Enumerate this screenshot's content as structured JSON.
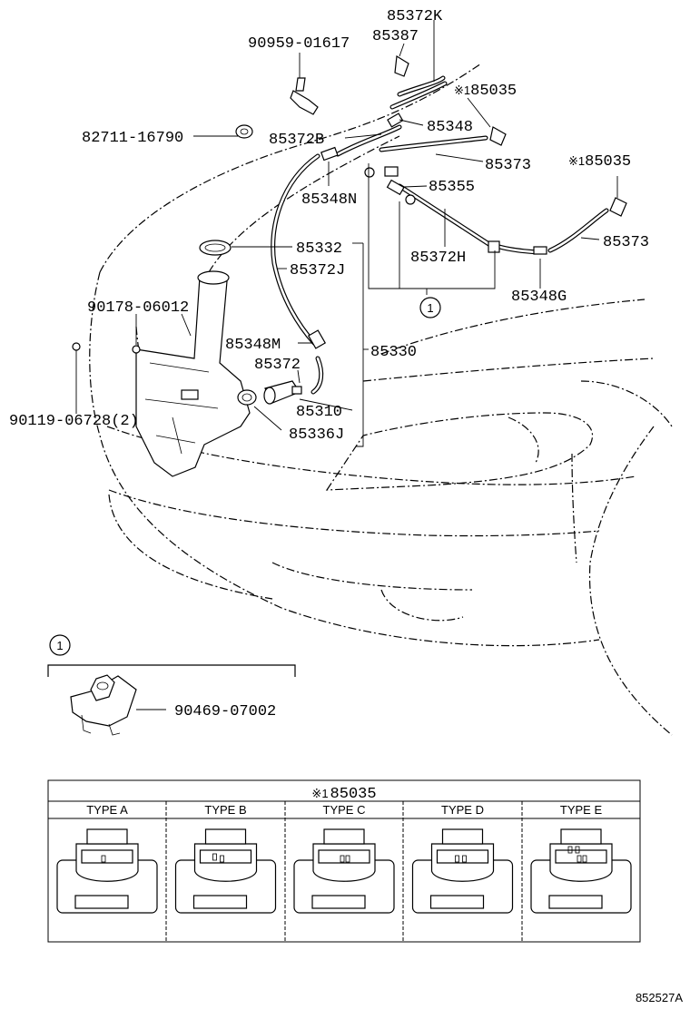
{
  "callout_parts": [
    {
      "number": "85372K"
    },
    {
      "number": "85387"
    },
    {
      "number": "90959-01617"
    },
    {
      "number": "85035",
      "mark": "※1"
    },
    {
      "number": "85348"
    },
    {
      "number": "82711-16790"
    },
    {
      "number": "85372B"
    },
    {
      "number": "85373"
    },
    {
      "number": "85035",
      "mark": "※1"
    },
    {
      "number": "85348N"
    },
    {
      "number": "85355"
    },
    {
      "number": "85332"
    },
    {
      "number": "85373"
    },
    {
      "number": "85372H"
    },
    {
      "number": "85372J"
    },
    {
      "number": "85348G"
    },
    {
      "number": "90178-06012"
    },
    {
      "number": "85348M"
    },
    {
      "number": "85330"
    },
    {
      "number": "85372"
    },
    {
      "number": "85310"
    },
    {
      "number": "90119-06728(2)"
    },
    {
      "number": "85336J"
    }
  ],
  "group_marker": "1",
  "detail": {
    "marker": "1",
    "part_number": "90469-07002"
  },
  "variant_table": {
    "mark": "※1",
    "part_number": "85035",
    "types": [
      "TYPE A",
      "TYPE B",
      "TYPE C",
      "TYPE D",
      "TYPE E"
    ]
  },
  "diagram_code": "852527A"
}
